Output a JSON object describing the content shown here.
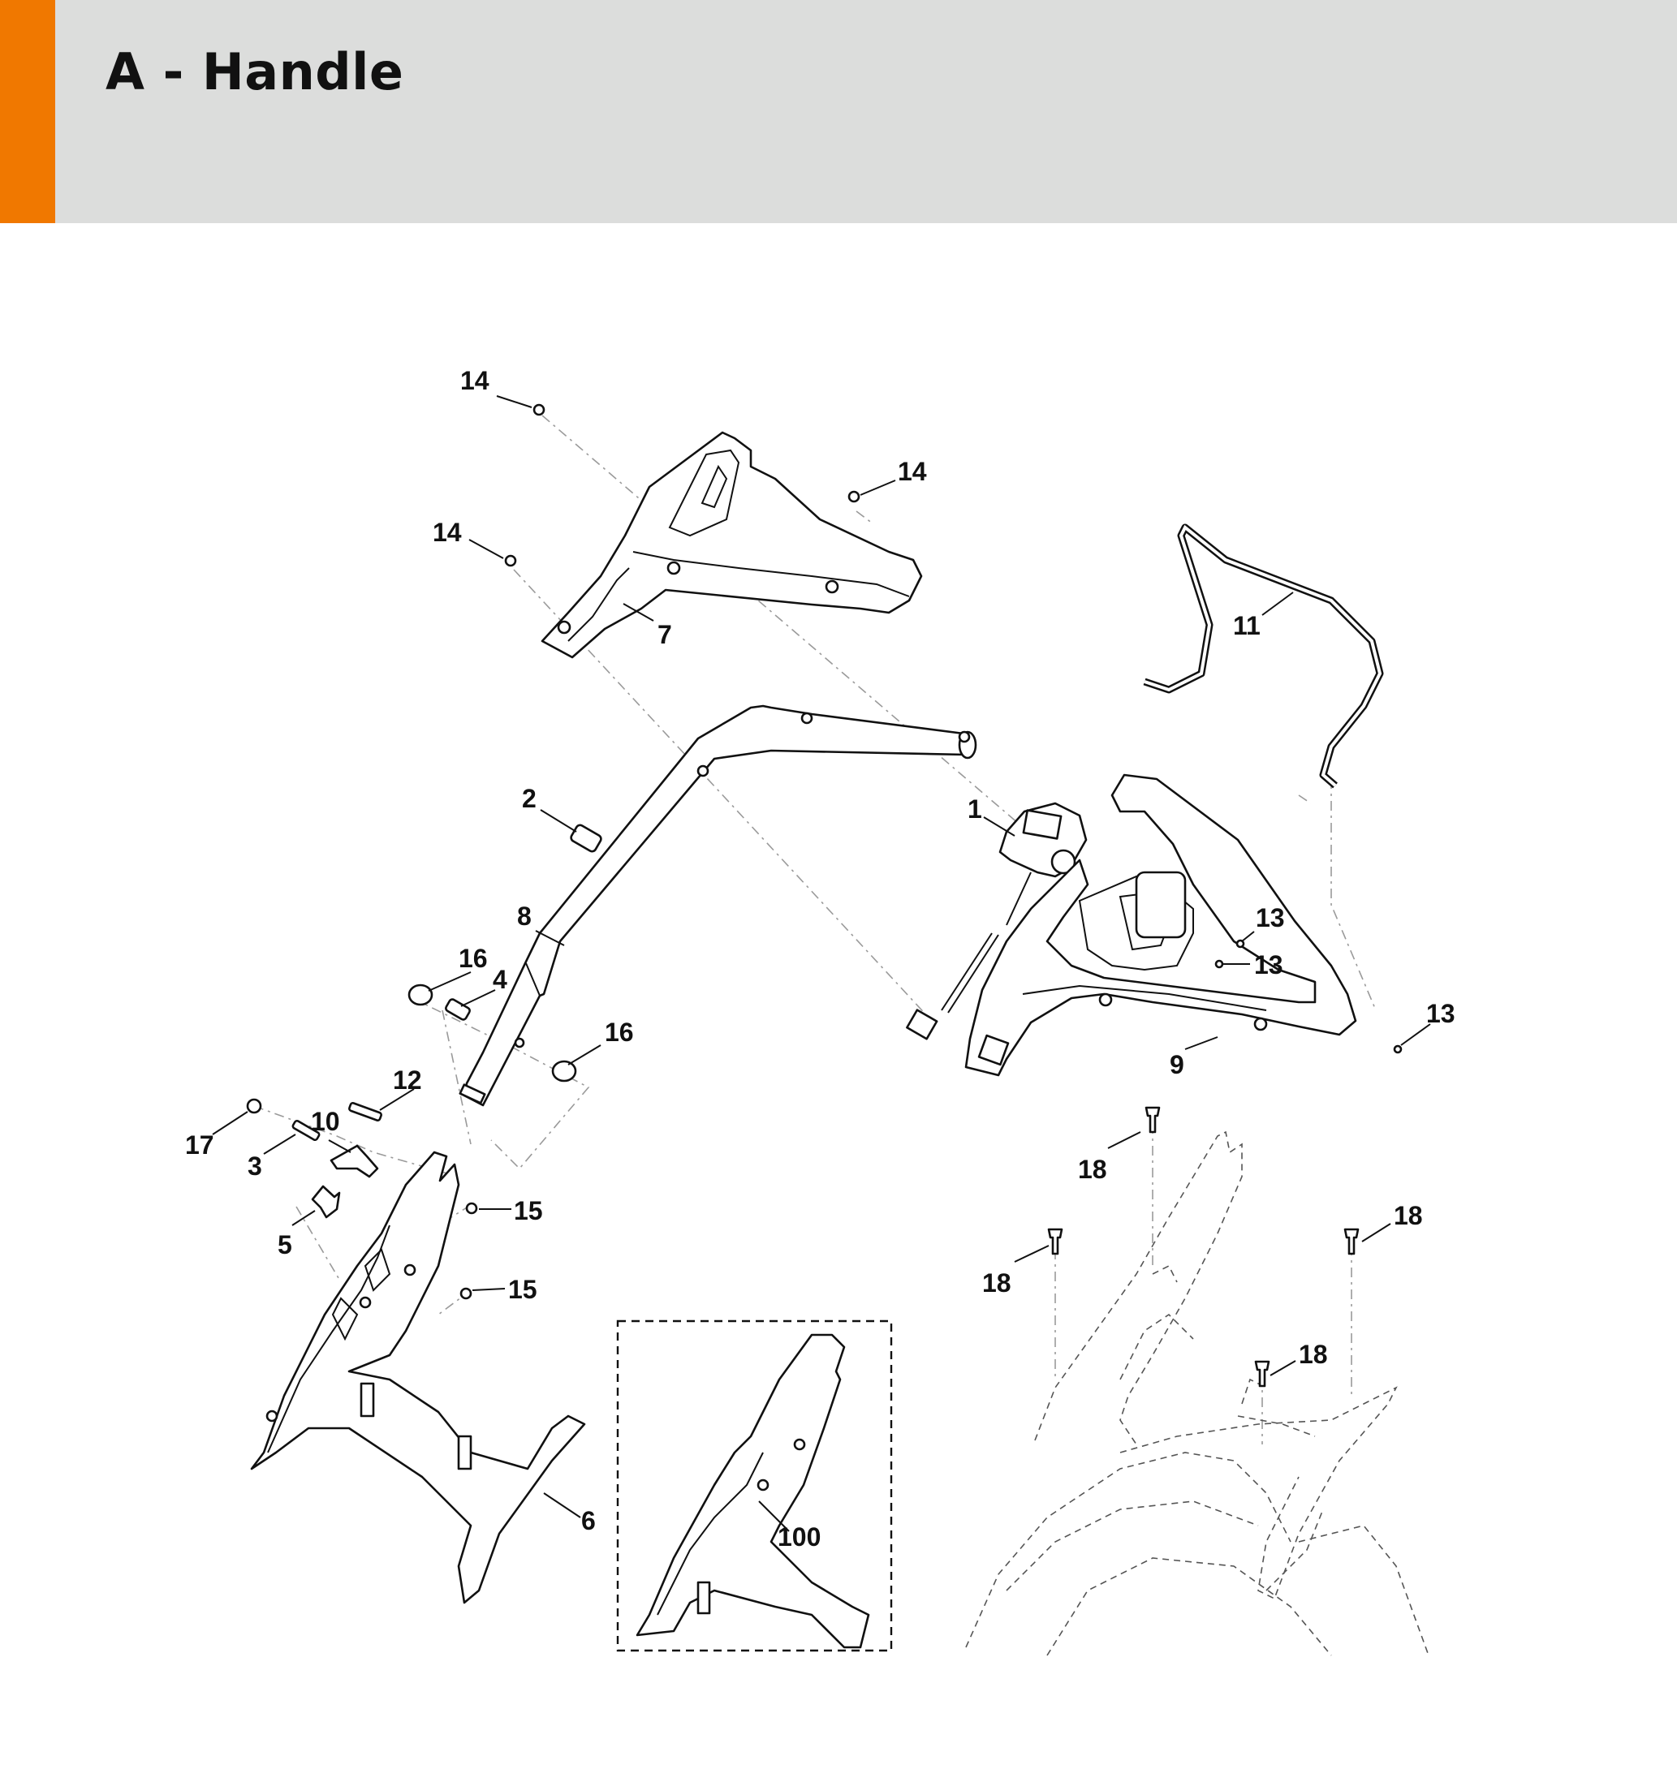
{
  "page": {
    "title": "A - Handle",
    "accent_color": "#f07800",
    "header_color": "#dcdddc"
  },
  "labels": {
    "p1": "1",
    "p2": "2",
    "p3": "3",
    "p4": "4",
    "p5": "5",
    "p6": "6",
    "p7": "7",
    "p8": "8",
    "p9": "9",
    "p10": "10",
    "p11": "11",
    "p12": "12",
    "p13a": "13",
    "p13b": "13",
    "p13c": "13",
    "p14a": "14",
    "p14b": "14",
    "p14c": "14",
    "p15a": "15",
    "p15b": "15",
    "p16a": "16",
    "p16b": "16",
    "p17": "17",
    "p18a": "18",
    "p18b": "18",
    "p18c": "18",
    "p18d": "18",
    "p100": "100"
  }
}
